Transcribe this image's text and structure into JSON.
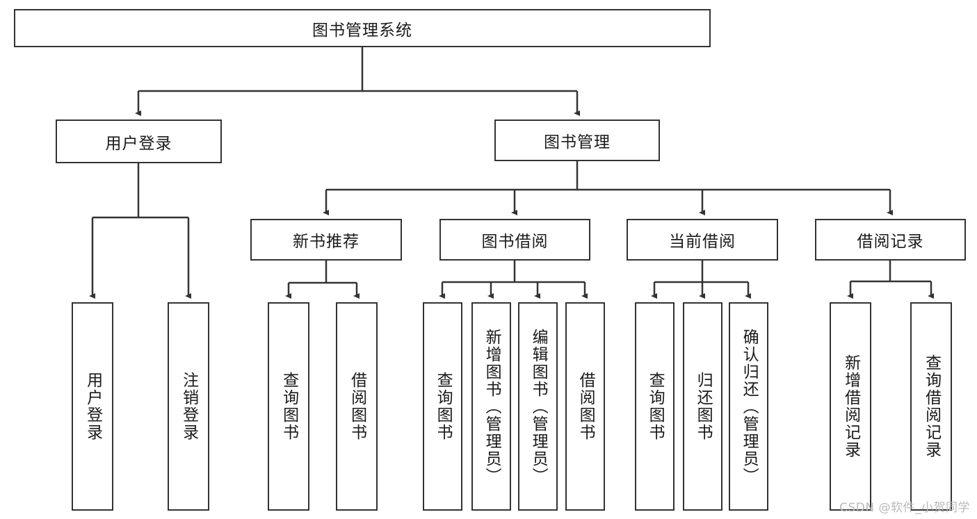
{
  "diagram": {
    "title_node": {
      "label": "图书管理系统"
    },
    "level2": [
      {
        "id": "user-login",
        "label": "用户登录"
      },
      {
        "id": "book-management",
        "label": "图书管理"
      }
    ],
    "level3": [
      {
        "id": "new-book-recommend",
        "label": "新书推荐"
      },
      {
        "id": "book-borrow",
        "label": "图书借阅"
      },
      {
        "id": "current-borrow",
        "label": "当前借阅"
      },
      {
        "id": "borrow-record",
        "label": "借阅记录"
      }
    ],
    "leaves": [
      {
        "id": "leaf-user-login",
        "label": "用户登录"
      },
      {
        "id": "leaf-logout-login",
        "label": "注销登录"
      },
      {
        "id": "leaf-query-book-1",
        "label": "查询图书"
      },
      {
        "id": "leaf-borrow-book-1",
        "label": "借阅图书"
      },
      {
        "id": "leaf-query-book-2",
        "label": "查询图书"
      },
      {
        "id": "leaf-add-book-admin",
        "label": "新增图书（管理员）"
      },
      {
        "id": "leaf-edit-book-admin",
        "label": "编辑图书（管理员）"
      },
      {
        "id": "leaf-borrow-book-2",
        "label": "借阅图书"
      },
      {
        "id": "leaf-query-book-3",
        "label": "查询图书"
      },
      {
        "id": "leaf-return-book",
        "label": "归还图书"
      },
      {
        "id": "leaf-confirm-return-admin",
        "label": "确认归还（管理员）"
      },
      {
        "id": "leaf-add-borrow-record",
        "label": "新增借阅记录"
      },
      {
        "id": "leaf-query-borrow-record",
        "label": "查询借阅记录"
      }
    ]
  },
  "watermark": {
    "text": "CSDN @软件_小贺同学"
  },
  "colors": {
    "border": "#333333",
    "text": "#1a1a1a",
    "background": "#ffffff",
    "watermark": "#b9b9b9"
  }
}
